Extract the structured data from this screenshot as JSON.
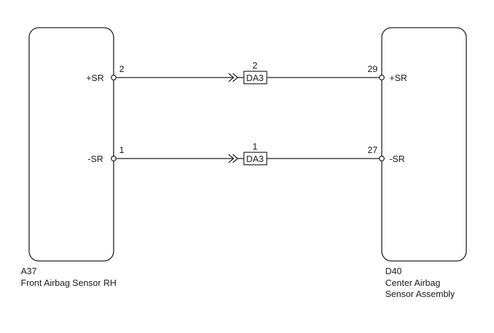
{
  "left_component": {
    "code": "A37",
    "name_lines": [
      "Front Airbag Sensor RH"
    ],
    "pins": [
      {
        "signal": "+SR",
        "pin": "2"
      },
      {
        "signal": "-SR",
        "pin": "1"
      }
    ]
  },
  "right_component": {
    "code": "D40",
    "name_lines": [
      "Center Airbag",
      "Sensor Assembly"
    ],
    "pins": [
      {
        "signal": "+SR",
        "pin": "29"
      },
      {
        "signal": "-SR",
        "pin": "27"
      }
    ]
  },
  "connectors": [
    {
      "code": "DA3",
      "pin": "2"
    },
    {
      "code": "DA3",
      "pin": "1"
    }
  ]
}
